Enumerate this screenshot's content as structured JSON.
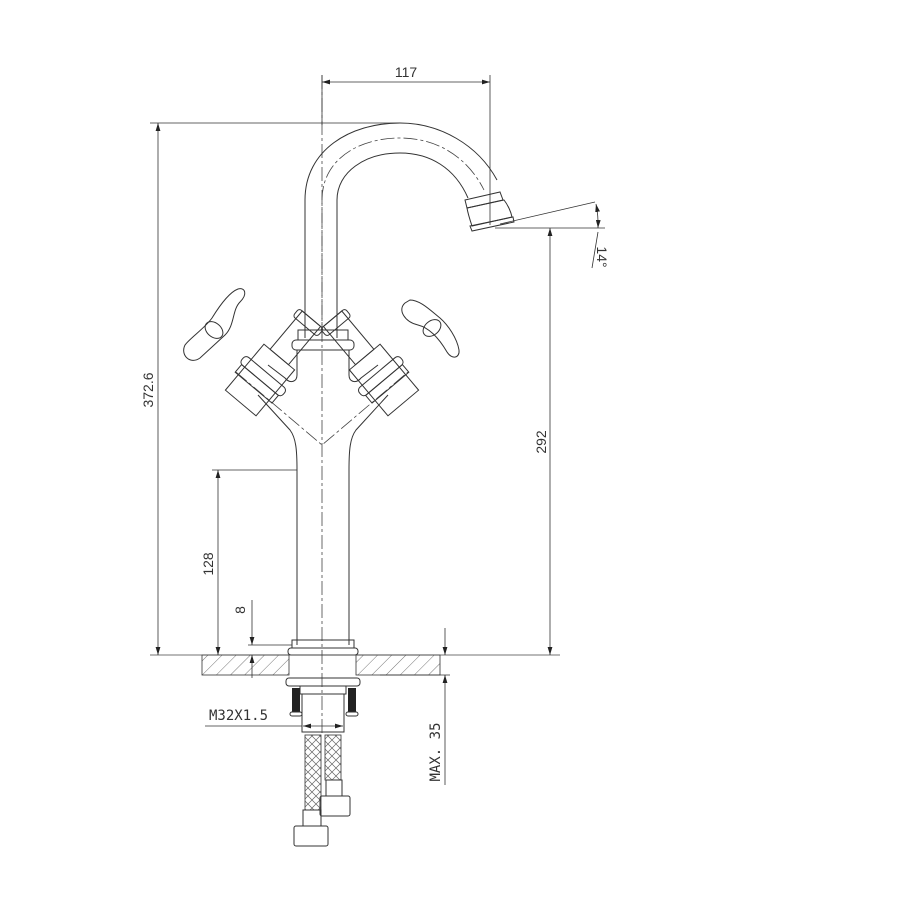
{
  "drawing": {
    "title": "Basin mixer dimension drawing",
    "dimensions": {
      "spout_reach": "117",
      "total_height": "372.6",
      "spout_height": "292",
      "spout_angle": "14°",
      "body_height": "128",
      "base_height": "8",
      "thread": "M32X1.5",
      "max_deck_thickness": "MAX. 35"
    }
  }
}
